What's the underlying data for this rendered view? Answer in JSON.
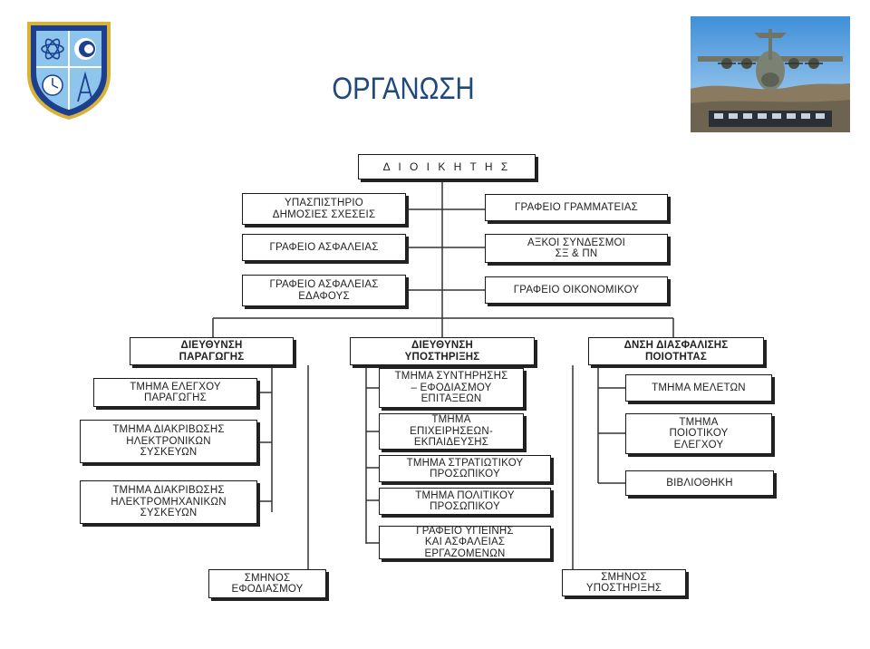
{
  "header": {
    "title": "ΟΡΓΑΝΩΣΗ"
  },
  "chart": {
    "command": "Δ Ι Ο Ι Κ Η Τ Η Σ",
    "staff_left": [
      "ΥΠΑΣΠΙΣΤΗΡΙΟ\nΔΗΜΟΣΙΕΣ ΣΧΕΣΕΙΣ",
      "ΓΡΑΦΕΙΟ  ΑΣΦΑΛΕΙΑΣ",
      "ΓΡΑΦΕΙΟ ΑΣΦΑΛΕΙΑΣ\nΕΔΑΦΟΥΣ"
    ],
    "staff_right": [
      "ΓΡΑΦΕΙΟ ΓΡΑΜΜΑΤΕΙΑΣ",
      "ΑΞΚΟΙ ΣΥΝΔΕΣΜΟΙ\nΣΞ & ΠΝ",
      "ΓΡΑΦΕΙΟ ΟΙΚΟΝΟΜΙΚΟΥ"
    ],
    "directorates": [
      {
        "name": "ΔΙΕΥΘΥΝΣΗ\nΠΑΡΑΓΩΓΗΣ",
        "units": [
          "ΤΜΗΜΑ ΕΛΕΓΧΟΥ\nΠΑΡΑΓΩΓΗΣ",
          "ΤΜΗΜΑ ΔΙΑΚΡΙΒΩΣΗΣ\nΗΛΕΚΤΡΟΝΙΚΩΝ\nΣΥΣΚΕΥΩΝ",
          "ΤΜΗΜΑ ΔΙΑΚΡΙΒΩΣΗΣ\nΗΛΕΚΤΡΟΜΗΧΑΝΙΚΩΝ\nΣΥΣΚΕΥΩΝ"
        ]
      },
      {
        "name": "ΔΙΕΥΘΥΝΣΗ\nΥΠΟΣΤΗΡΙΞΗΣ",
        "units": [
          "ΤΜΗΜΑ ΣΥΝΤΗΡΗΣΗΣ\n– ΕΦΟΔΙΑΣΜΟΥ\nΕΠΙΤΑΞΕΩΝ",
          "ΤΜΗΜΑ\nΕΠΙΧΕΙΡΗΣΕΩΝ-\nΕΚΠΑΙΔΕΥΣΗΣ",
          "ΤΜΗΜΑ ΣΤΡΑΤΙΩΤΙΚΟΥ\nΠΡΟΣΩΠΙΚΟΥ",
          "ΤΜΗΜΑ ΠΟΛΙΤΙΚΟΥ\nΠΡΟΣΩΠΙΚΟΥ",
          "ΓΡΑΦΕΙΟ ΥΓΙΕΙΝΗΣ\nΚΑΙ ΑΣΦΑΛΕΙΑΣ\nΕΡΓΑΖΟΜΕΝΩΝ"
        ]
      },
      {
        "name": "ΔΝΣΗ ΔΙΑΣΦΑΛΙΣΗΣ\nΠΟΙΟΤΗΤΑΣ",
        "units": [
          "ΤΜΗΜΑ ΜΕΛΕΤΩΝ",
          "ΤΜΗΜΑ\nΠΟΙΟΤΙΚΟΥ\nΕΛΕΓΧΟΥ",
          "ΒΙΒΛΙΟΘΗΚΗ"
        ]
      }
    ],
    "squadrons": [
      "ΣΜΗΝΟΣ\nΕΦΟΔΙΑΣΜΟΥ",
      "ΣΜΗΝΟΣ\nΥΠΟΣΤΗΡΙΞΗΣ"
    ]
  },
  "colors": {
    "title": "#1f497d",
    "line": "#333333",
    "emblem_blue": "#1d3f8f",
    "emblem_gold": "#d9b23a",
    "emblem_sky": "#8ec5ec"
  },
  "icons": {
    "logo": "unit-emblem-shield",
    "photo": "c130-aircraft-photo"
  }
}
